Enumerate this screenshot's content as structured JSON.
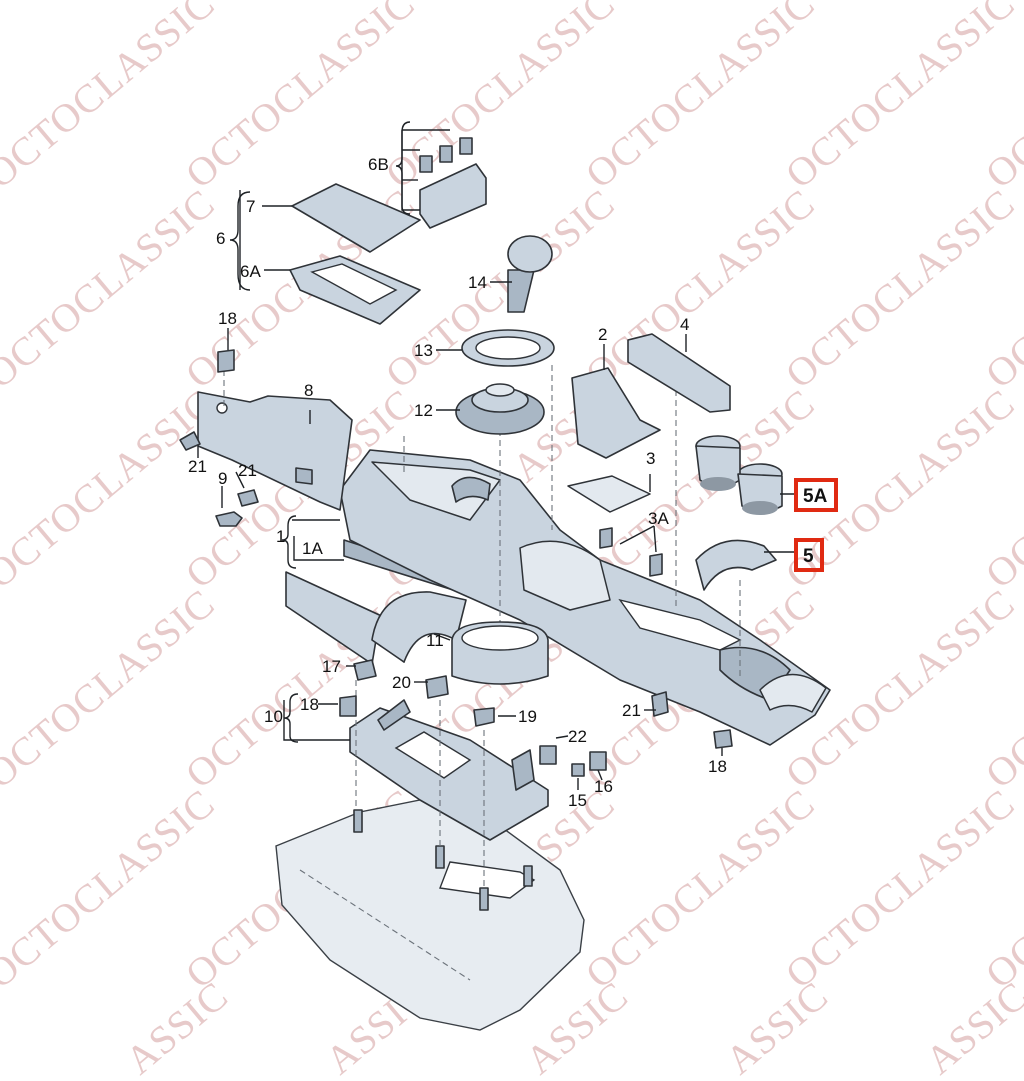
{
  "watermark": {
    "text": "OCTOCLASSIC",
    "partial_text": "ASSIC",
    "color": "#e7caca"
  },
  "highlight_color": "#e02a12",
  "callouts": [
    {
      "id": "c1",
      "text": "1"
    },
    {
      "id": "c1a",
      "text": "1A"
    },
    {
      "id": "c2",
      "text": "2"
    },
    {
      "id": "c3",
      "text": "3"
    },
    {
      "id": "c3a",
      "text": "3A"
    },
    {
      "id": "c4",
      "text": "4"
    },
    {
      "id": "c5",
      "text": "5"
    },
    {
      "id": "c5a",
      "text": "5A"
    },
    {
      "id": "c6",
      "text": "6"
    },
    {
      "id": "c6a",
      "text": "6A"
    },
    {
      "id": "c6b",
      "text": "6B"
    },
    {
      "id": "c7",
      "text": "7"
    },
    {
      "id": "c8",
      "text": "8"
    },
    {
      "id": "c9",
      "text": "9"
    },
    {
      "id": "c10",
      "text": "10"
    },
    {
      "id": "c11",
      "text": "11"
    },
    {
      "id": "c12",
      "text": "12"
    },
    {
      "id": "c13",
      "text": "13"
    },
    {
      "id": "c14",
      "text": "14"
    },
    {
      "id": "c15",
      "text": "15"
    },
    {
      "id": "c16",
      "text": "16"
    },
    {
      "id": "c17",
      "text": "17"
    },
    {
      "id": "c18a",
      "text": "18"
    },
    {
      "id": "c18b",
      "text": "18"
    },
    {
      "id": "c18c",
      "text": "18"
    },
    {
      "id": "c19",
      "text": "19"
    },
    {
      "id": "c20",
      "text": "20"
    },
    {
      "id": "c21a",
      "text": "21"
    },
    {
      "id": "c21b",
      "text": "21"
    },
    {
      "id": "c21c",
      "text": "21"
    },
    {
      "id": "c22",
      "text": "22"
    }
  ],
  "highlighted_callouts": [
    "c5",
    "c5a"
  ]
}
